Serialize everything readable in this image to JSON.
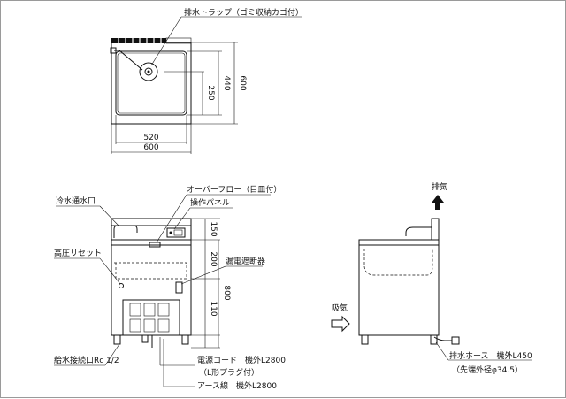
{
  "top_view": {
    "trap_label": "排水トラップ（ゴミ収納カゴ付）",
    "dim_520": "520",
    "dim_600_w": "600",
    "dim_250": "250",
    "dim_440": "440",
    "dim_600_d": "600"
  },
  "front_view": {
    "faucet_label": "冷水通水口",
    "overflow_label": "オーバーフロー（目皿付）",
    "panel_label": "操作パネル",
    "reset_label": "高圧リセット",
    "breaker_label": "漏電遮断器",
    "dim_150": "150",
    "dim_200": "200",
    "dim_800": "800",
    "dim_110": "110",
    "inlet_label": "給水接続口Rc 1/2",
    "cord_label": "電源コード　機外L2800",
    "plug_label": "（L形プラグ付）",
    "earth_label": "アース線　機外L2800"
  },
  "side_view": {
    "exhaust_label": "排気",
    "intake_label": "吸気",
    "hose_label": "排水ホース　機外L450",
    "hose_dia_label": "（先端外径φ34.5）"
  }
}
